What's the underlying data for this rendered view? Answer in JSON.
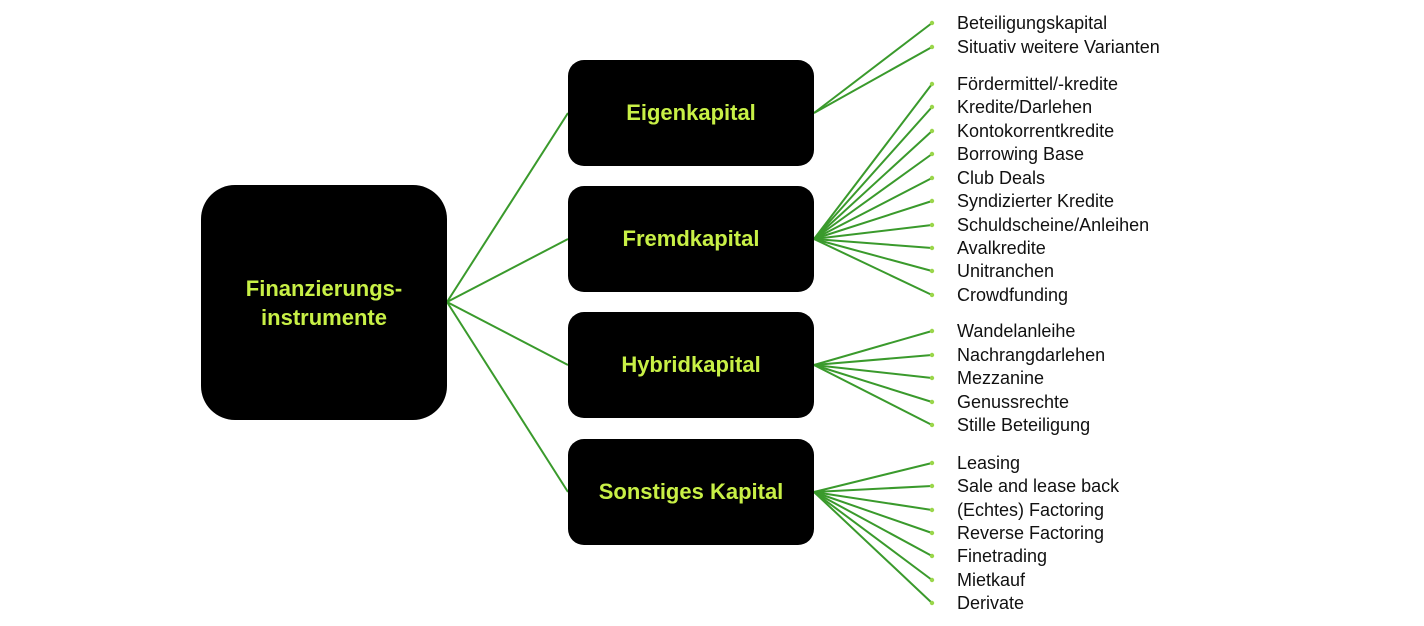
{
  "root": {
    "label": "Finanzierungs-\ninstrumente"
  },
  "colors": {
    "box": "#000000",
    "box_text": "#c8f046",
    "connector": "#3a9a2c",
    "leaf_text": "#111111"
  },
  "categories": [
    {
      "label": "Eigenkapital",
      "items": [
        "Beteiligungskapital",
        "Situativ weitere Varianten"
      ]
    },
    {
      "label": "Fremdkapital",
      "items": [
        "Fördermittel/-kredite",
        "Kredite/Darlehen",
        "Kontokorrentkredite",
        "Borrowing Base",
        "Club Deals",
        "Syndizierter Kredite",
        "Schuldscheine/Anleihen",
        "Avalkredite",
        "Unitranchen",
        "Crowdfunding"
      ]
    },
    {
      "label": "Hybridkapital",
      "items": [
        "Wandelanleihe",
        "Nachrangdarlehen",
        "Mezzanine",
        "Genussrechte",
        "Stille Beteiligung"
      ]
    },
    {
      "label": "Sonstiges Kapital",
      "items": [
        "Leasing",
        "Sale and lease back",
        "(Echtes) Factoring",
        "Reverse Factoring",
        "Finetrading",
        "Mietkauf",
        "Derivate"
      ]
    }
  ]
}
